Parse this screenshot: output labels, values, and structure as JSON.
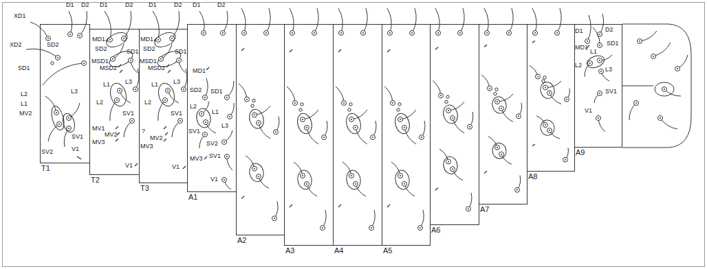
{
  "diagram": {
    "nodes": [
      {
        "text": [
          "T1"
        ]
      },
      {
        "text": [
          "T2"
        ]
      },
      {
        "text": [
          "T3"
        ]
      },
      {
        "text": [
          "A1"
        ]
      },
      {
        "text": [
          "A2"
        ]
      },
      {
        "text": [
          "A3"
        ]
      },
      {
        "text": [
          "A4"
        ]
      },
      {
        "text": [
          "A5"
        ]
      },
      {
        "text": [
          "A6"
        ]
      },
      {
        "text": [
          "A7"
        ]
      },
      {
        "text": [
          "A8"
        ]
      },
      {
        "text": [
          "A9"
        ]
      }
    ],
    "labels": [
      "D1",
      "D2",
      "XD1",
      "XD2",
      "SD2",
      "SD1",
      "L3",
      "L2",
      "L1",
      "MV2",
      "SV2",
      "SV1",
      "V1",
      "D1",
      "D2",
      "MD1",
      "SD2",
      "SD1",
      "MSD1",
      "MSD2",
      "L3",
      "L1",
      "L2",
      "SV1",
      "MV1",
      "MV2",
      "MV3",
      "V1",
      "D1",
      "D2",
      "MD1",
      "SD2",
      "SD1",
      "MSD1",
      "MSD2",
      "L3",
      "L1",
      "L2",
      "SV1",
      "?",
      "MV2",
      "MV3",
      "V1",
      "D1",
      "D2",
      "MD1",
      "SD2",
      "SD1",
      "L2",
      "L1",
      "L3",
      "SV1",
      "SV2",
      "MV3",
      "SV1",
      "V1",
      "D1",
      "D2",
      "MD1",
      "SD1",
      "L1",
      "L2",
      "L3",
      "SV1",
      "V1"
    ]
  }
}
